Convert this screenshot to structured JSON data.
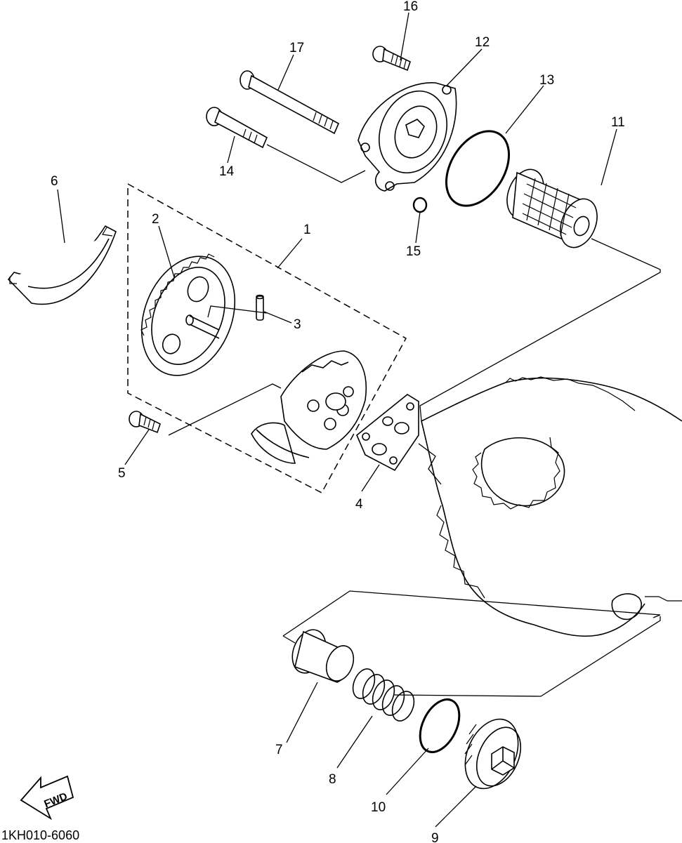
{
  "diagram": {
    "part_labels": [
      "1",
      "2",
      "3",
      "4",
      "5",
      "6",
      "7",
      "8",
      "9",
      "10",
      "11",
      "12",
      "13",
      "14",
      "15",
      "16",
      "17"
    ],
    "drawing_code": "1KH010-6060",
    "fwd_label": "FWD"
  }
}
